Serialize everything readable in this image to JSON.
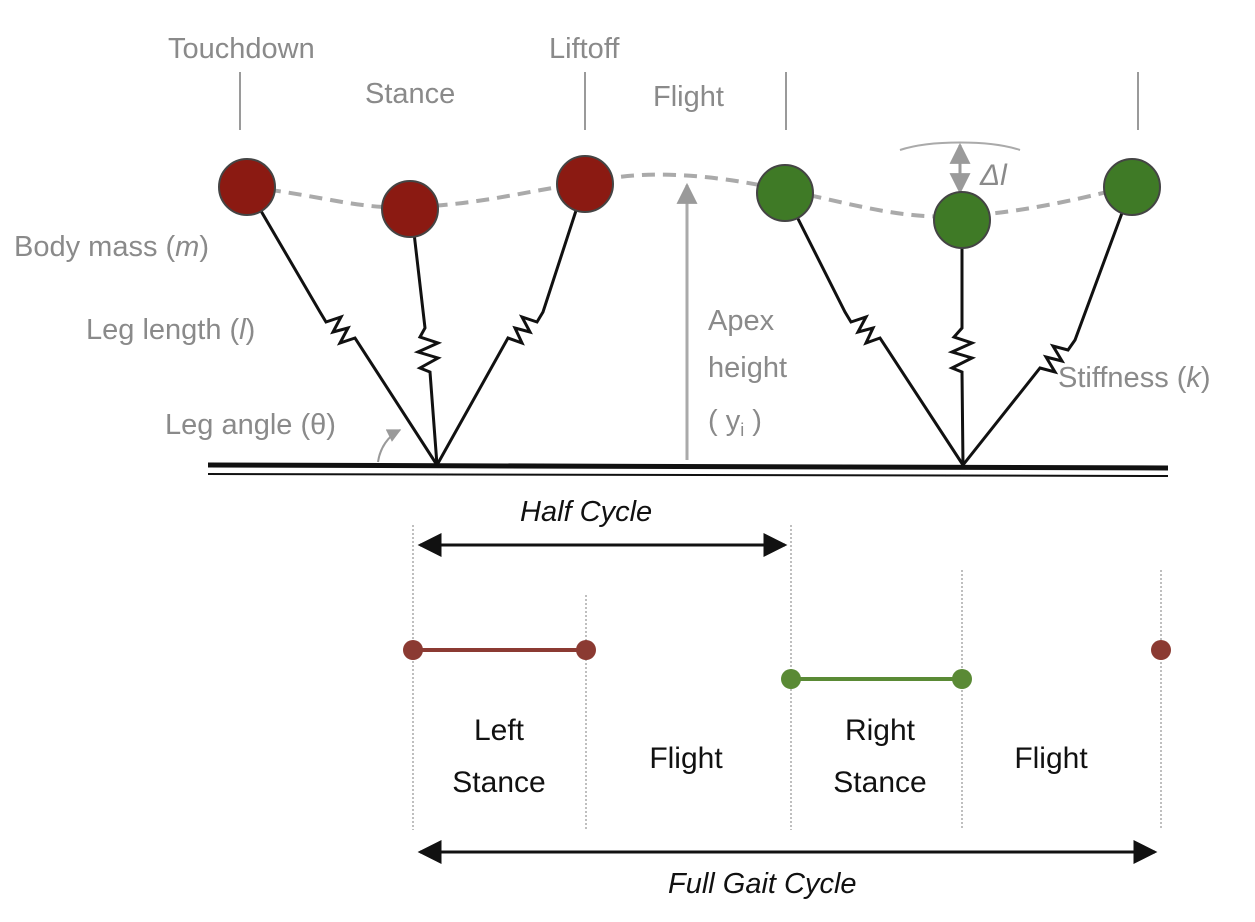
{
  "phase_labels": {
    "touchdown": "Touchdown",
    "stance": "Stance",
    "liftoff": "Liftoff",
    "flight": "Flight"
  },
  "model_labels": {
    "body_mass": "Body mass (",
    "body_mass_var": "m",
    "leg_length": "Leg length (",
    "leg_length_var": "l",
    "leg_angle": "Leg angle (θ)",
    "apex_line1": "Apex",
    "apex_line2": "height",
    "apex_line3_open": "( y",
    "apex_line3_sub": "i",
    "apex_line3_close": " )",
    "stiffness": "Stiffness (",
    "stiffness_var": "k",
    "delta_l": "Δl",
    "close_paren": ")"
  },
  "timeline": {
    "half_cycle": "Half Cycle",
    "full_gait_cycle": "Full Gait Cycle",
    "left_stance_line1": "Left",
    "left_stance_line2": "Stance",
    "flight_1": "Flight",
    "right_stance_line1": "Right",
    "right_stance_line2": "Stance",
    "flight_2": "Flight"
  },
  "colors": {
    "left_mass": "#8b1a12",
    "right_mass": "#3f7a26",
    "left_timeline": "#8b3a32",
    "right_timeline": "#5a8a35",
    "gray": "#9a9a9a"
  }
}
